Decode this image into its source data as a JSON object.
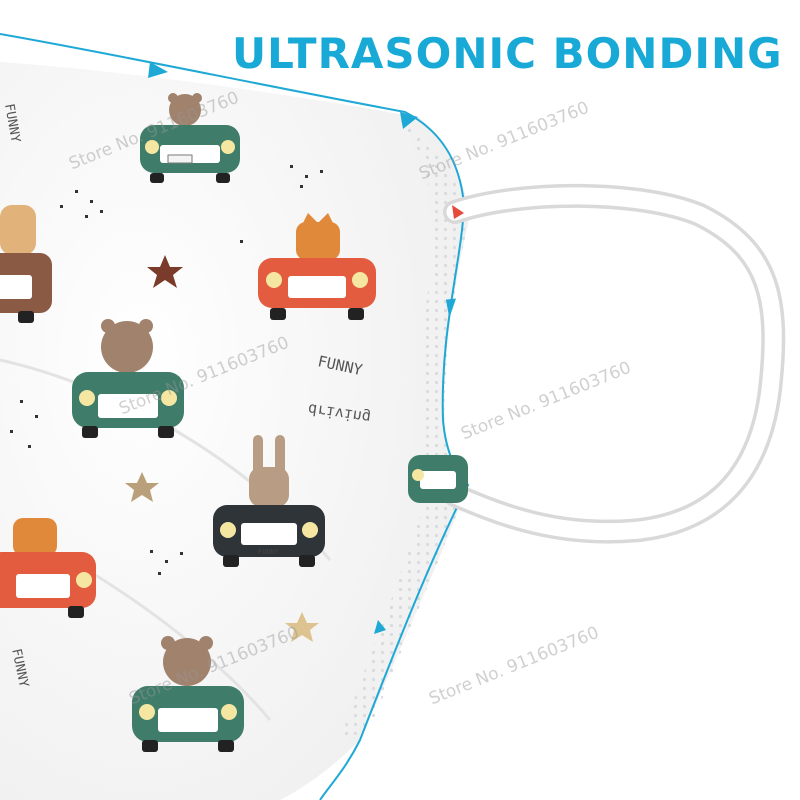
{
  "headline": "ULTRASONIC BONDING",
  "watermark": "Store No. 911603760",
  "pattern_text": [
    "FUNNY",
    "driving"
  ],
  "plate_text": "FUNNY",
  "colors": {
    "headline": "#18a9d6",
    "bond_line": "#1ea8d6",
    "mask_fabric": "#ffffff",
    "car_green": "#3f7d6a",
    "car_red": "#e35c3f",
    "car_brown": "#8a5a44",
    "car_dark": "#2e3438",
    "star_brown": "#7a3b2a",
    "star_tan": "#b9a07a",
    "star_gold": "#dcc38f"
  },
  "icons": [
    "bear-driver-icon",
    "fox-driver-icon",
    "rabbit-driver-icon",
    "leopard-driver-icon",
    "star-icon",
    "direction-arrow-icon"
  ]
}
